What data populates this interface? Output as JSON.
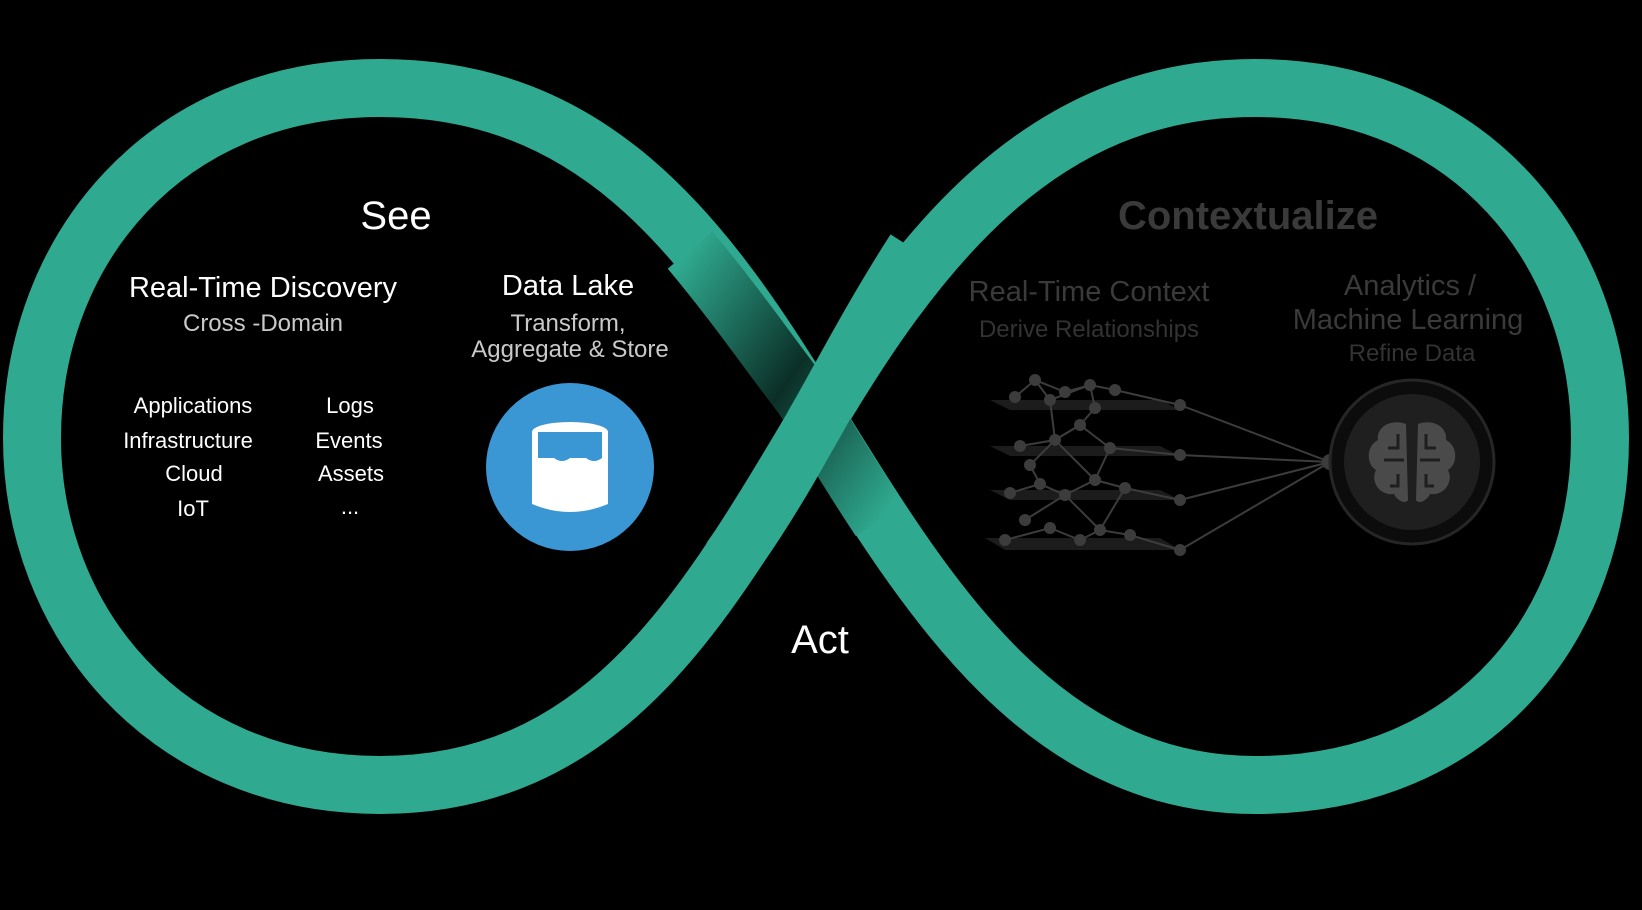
{
  "colors": {
    "background": "#000000",
    "loop": "#2fa98f",
    "loop_shadow": "#0d3b31",
    "data_lake_circle": "#3a97d4",
    "text_primary": "#ffffff",
    "text_dimmed": "#3a3a3a"
  },
  "see": {
    "title": "See",
    "discovery": {
      "title": "Real-Time Discovery",
      "subtitle": "Cross -Domain"
    },
    "sources_left": [
      "Applications",
      "Infrastructure",
      "Cloud",
      "IoT"
    ],
    "sources_right": [
      "Logs",
      "Events",
      "Assets",
      "..."
    ],
    "data_lake": {
      "title": "Data Lake",
      "subtitle_line1": "Transform,",
      "subtitle_line2": "Aggregate & Store",
      "icon": "database-icon"
    }
  },
  "act": {
    "title": "Act"
  },
  "contextualize": {
    "title": "Contextualize",
    "context": {
      "title": "Real-Time Context",
      "subtitle": "Derive Relationships",
      "icon": "layered-graph-icon"
    },
    "analytics": {
      "title_line1": "Analytics /",
      "title_line2": "Machine Learning",
      "subtitle": "Refine Data",
      "icon": "brain-icon"
    }
  }
}
